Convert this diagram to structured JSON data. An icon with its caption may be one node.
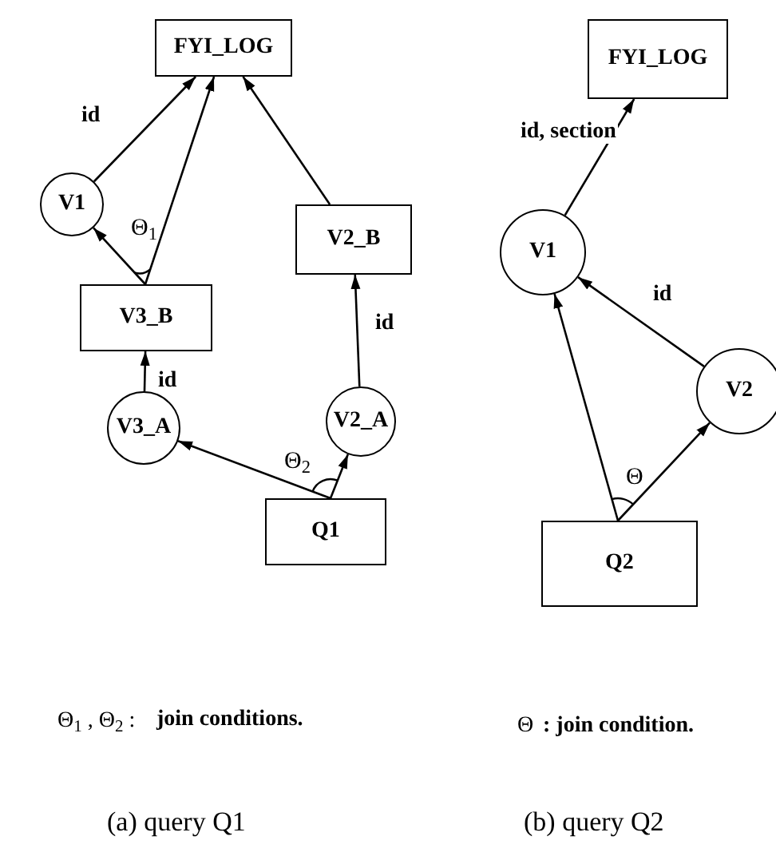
{
  "diagram": {
    "nodes": [
      {
        "text": [
          "FYI_LOG"
        ]
      },
      {
        "text": [
          "V1"
        ]
      },
      {
        "text": [
          "V3_B"
        ]
      },
      {
        "text": [
          "V2_B"
        ]
      },
      {
        "text": [
          "V2_A"
        ]
      },
      {
        "text": [
          "V3_A"
        ]
      },
      {
        "text": [
          "Q1"
        ]
      },
      {
        "text": [
          "FYI_LOG"
        ]
      },
      {
        "text": [
          "V1"
        ]
      },
      {
        "text": [
          "V2"
        ]
      },
      {
        "text": [
          "Q2"
        ]
      }
    ],
    "edges": [
      {
        "from": 1,
        "to": 0,
        "arrow": "to",
        "label": "id"
      },
      {
        "from": 2,
        "to": 0,
        "arrow": "to"
      },
      {
        "from": 2,
        "to": 1,
        "arrow": "to"
      },
      {
        "from": 3,
        "to": 0,
        "arrow": "to"
      },
      {
        "from": 4,
        "to": 3,
        "arrow": "to",
        "label": "id"
      },
      {
        "from": 5,
        "to": 2,
        "arrow": "to",
        "label": "id"
      },
      {
        "from": 6,
        "to": 5,
        "arrow": "to"
      },
      {
        "from": 6,
        "to": 4,
        "arrow": "to"
      },
      {
        "from": 8,
        "to": 7,
        "arrow": "to",
        "label": "id, section"
      },
      {
        "from": 9,
        "to": 8,
        "arrow": "to",
        "label": "id"
      },
      {
        "from": 10,
        "to": 8,
        "arrow": "to"
      },
      {
        "from": 10,
        "to": 9,
        "arrow": "to"
      }
    ],
    "labels": [
      "Θ$_{1}$",
      "Θ$_{2}$",
      "Θ",
      "Θ$_{1}$ , Θ$_{2}$ :",
      "join conditions.",
      "Θ",
      ": join condition.",
      "(a) query Q1",
      "(b) query Q2"
    ]
  }
}
